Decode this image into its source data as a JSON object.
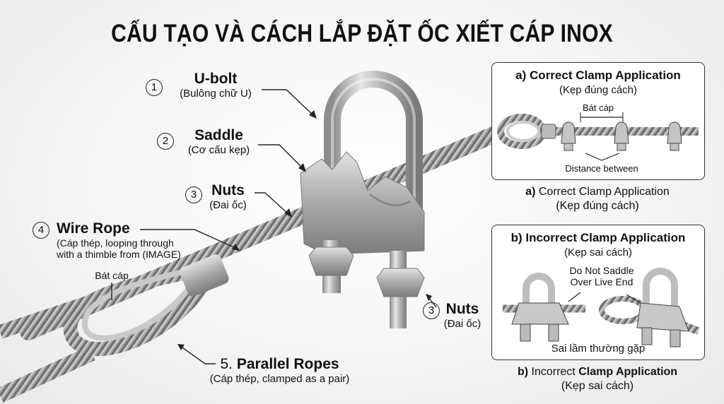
{
  "title": "CẤU TẠO VÀ CÁCH LẮP ĐẶT ỐC XIẾT CÁP INOX",
  "labels": [
    {
      "num": "1",
      "name": "U-bolt",
      "sub": "(Bulông chữ U)"
    },
    {
      "num": "2",
      "name": "Saddle",
      "sub": "(Cơ cấu kẹp)"
    },
    {
      "num": "3",
      "name": "Nuts",
      "sub": "(Đai ốc)"
    },
    {
      "num": "4",
      "name": "Wire Rope",
      "sub_line1": "(Cáp thép, looping through",
      "sub_line2": "with a thimble from (IMAGE)"
    },
    {
      "num": "3",
      "name": "Nuts",
      "sub": "(Đai ốc)"
    },
    {
      "num": "5.",
      "name": "Parallel Ropes",
      "sub": "(Cáp thép, clamped as a pair)"
    }
  ],
  "thimble_label": "Bát cáp",
  "panel_correct": {
    "prefix": "a)",
    "title": "Correct Clamp Application",
    "subtitle": "(Kẹp đúng cách)",
    "spacing_label": "Bát cáp",
    "distance_label": "Distance between",
    "caption_prefix": "a)",
    "caption_title": "Correct Clamp Application",
    "caption_sub": "(Kẹp đúng cách)"
  },
  "panel_incorrect": {
    "prefix": "b)",
    "title": "Incorrect Clamp Application",
    "subtitle": "(Kẹp sai cách)",
    "warning_line1": "Do Not Saddle",
    "warning_line2": "Over Live End",
    "mistake_label": "Sai lầm thường gặp",
    "caption_prefix": "b)",
    "caption_plain": "Incorrect",
    "caption_bold": "Clamp Application",
    "caption_sub": "(Kẹp sai cách)"
  }
}
